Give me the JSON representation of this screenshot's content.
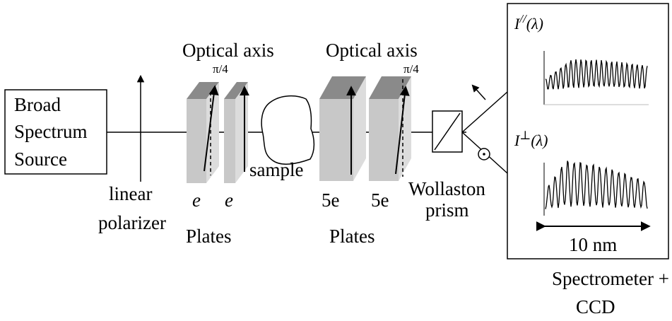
{
  "source": {
    "lines": [
      "Broad",
      "Spectrum",
      "Source"
    ]
  },
  "polarizer": {
    "lines": [
      "linear",
      "polarizer"
    ]
  },
  "plates_left": {
    "axis_label": "Optical axis",
    "angle_label": "π/4",
    "plate_labels": [
      "e",
      "e"
    ],
    "group_label": "Plates"
  },
  "sample": {
    "label": "sample"
  },
  "plates_right": {
    "axis_label": "Optical axis",
    "angle_label": "π/4",
    "plate_labels": [
      "5e",
      "5e"
    ],
    "group_label": "Plates"
  },
  "prism": {
    "lines": [
      "Wollaston",
      "prism"
    ]
  },
  "spectra": {
    "parallel_label": "I",
    "parallel_sup": "//",
    "perp_label": "I",
    "perp_sup": "⊥",
    "arg": "(λ)",
    "scale_label": "10 nm"
  },
  "spectrometer": {
    "lines": [
      "Spectrometer +",
      "CCD"
    ]
  },
  "colors": {
    "plate_front": "#c8c8c8",
    "plate_side": "#dcdcdc",
    "plate_top": "#8a8a8a",
    "ink": "#000000"
  }
}
